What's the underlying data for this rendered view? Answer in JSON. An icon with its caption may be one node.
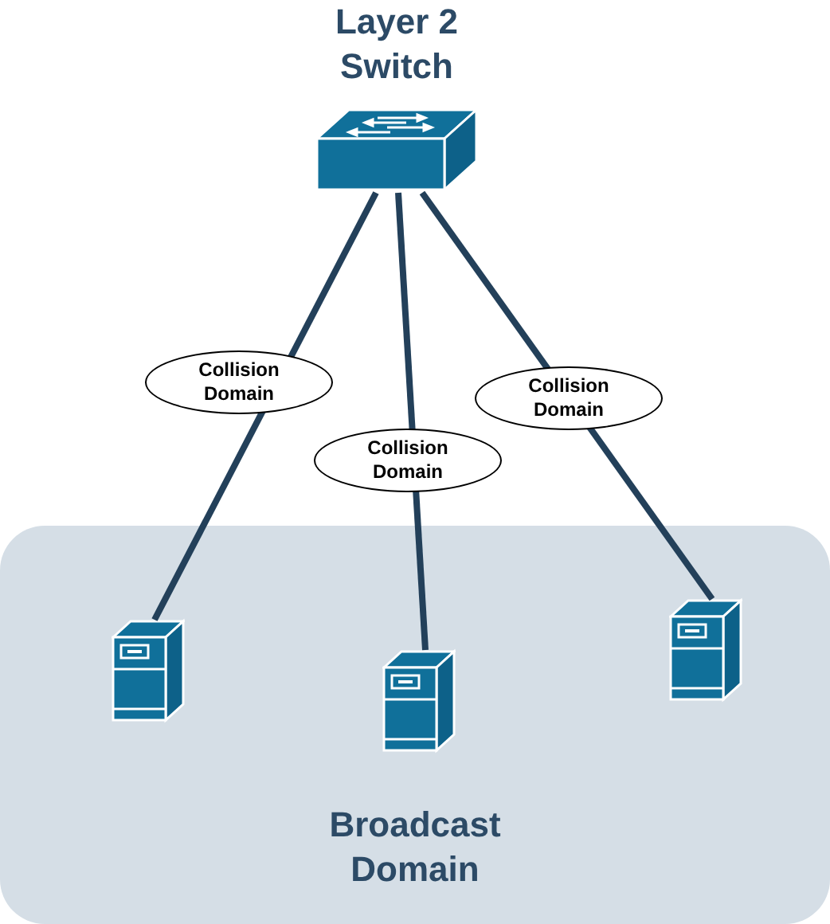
{
  "diagram": {
    "nodes": [
      {
        "text": [
          "Layer 2 Switch"
        ]
      },
      {
        "text": [
          "Broadcast Domain"
        ]
      },
      {
        "text": [],
        "shape": "server",
        "in": 1
      },
      {
        "text": [],
        "shape": "server",
        "in": 1
      },
      {
        "text": [],
        "shape": "server",
        "in": 1
      }
    ],
    "edges": [
      {
        "from": 0,
        "to": 2,
        "arrow": "none",
        "label": "Collision Domain"
      },
      {
        "from": 0,
        "to": 3,
        "arrow": "none",
        "label": "Collision Domain"
      },
      {
        "from": 0,
        "to": 4,
        "arrow": "none",
        "label": "Collision Domain"
      }
    ]
  }
}
